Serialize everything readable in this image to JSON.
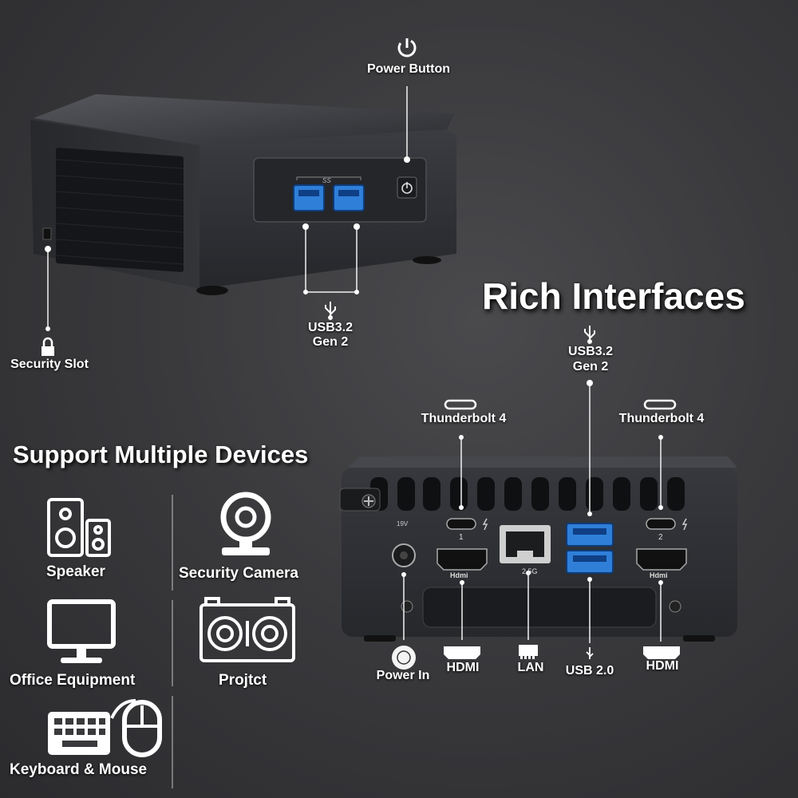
{
  "headline": "Rich Interfaces",
  "support_title": "Support Multiple Devices",
  "front": {
    "power_button": "Power Button",
    "usb_front_line1": "USB3.2",
    "usb_front_line2": "Gen 2",
    "security_slot": "Security Slot",
    "usb_logo_text": "SS"
  },
  "rear": {
    "usb_rear_line1": "USB3.2",
    "usb_rear_line2": "Gen 2",
    "thunderbolt_left": "Thunderbolt 4",
    "thunderbolt_right": "Thunderbolt 4",
    "tb_port_1": "1",
    "tb_port_2": "2",
    "power_in": "Power In",
    "hdmi_left": "HDMI",
    "lan": "LAN",
    "usb20": "USB 2.0",
    "hdmi_right": "HDMI",
    "dc_label": "19V",
    "lan_speed": "2.5G",
    "port_hdmi_text": "Hdmi"
  },
  "devices": {
    "speaker": "Speaker",
    "security_camera": "Security Camera",
    "office_equipment": "Office Equipment",
    "projector": "Projtct",
    "keyboard_mouse": "Keyboard & Mouse"
  },
  "colors": {
    "usb_blue": "#2f7fd8",
    "background": "#3a3a3d",
    "device_body": "#2f3135"
  }
}
